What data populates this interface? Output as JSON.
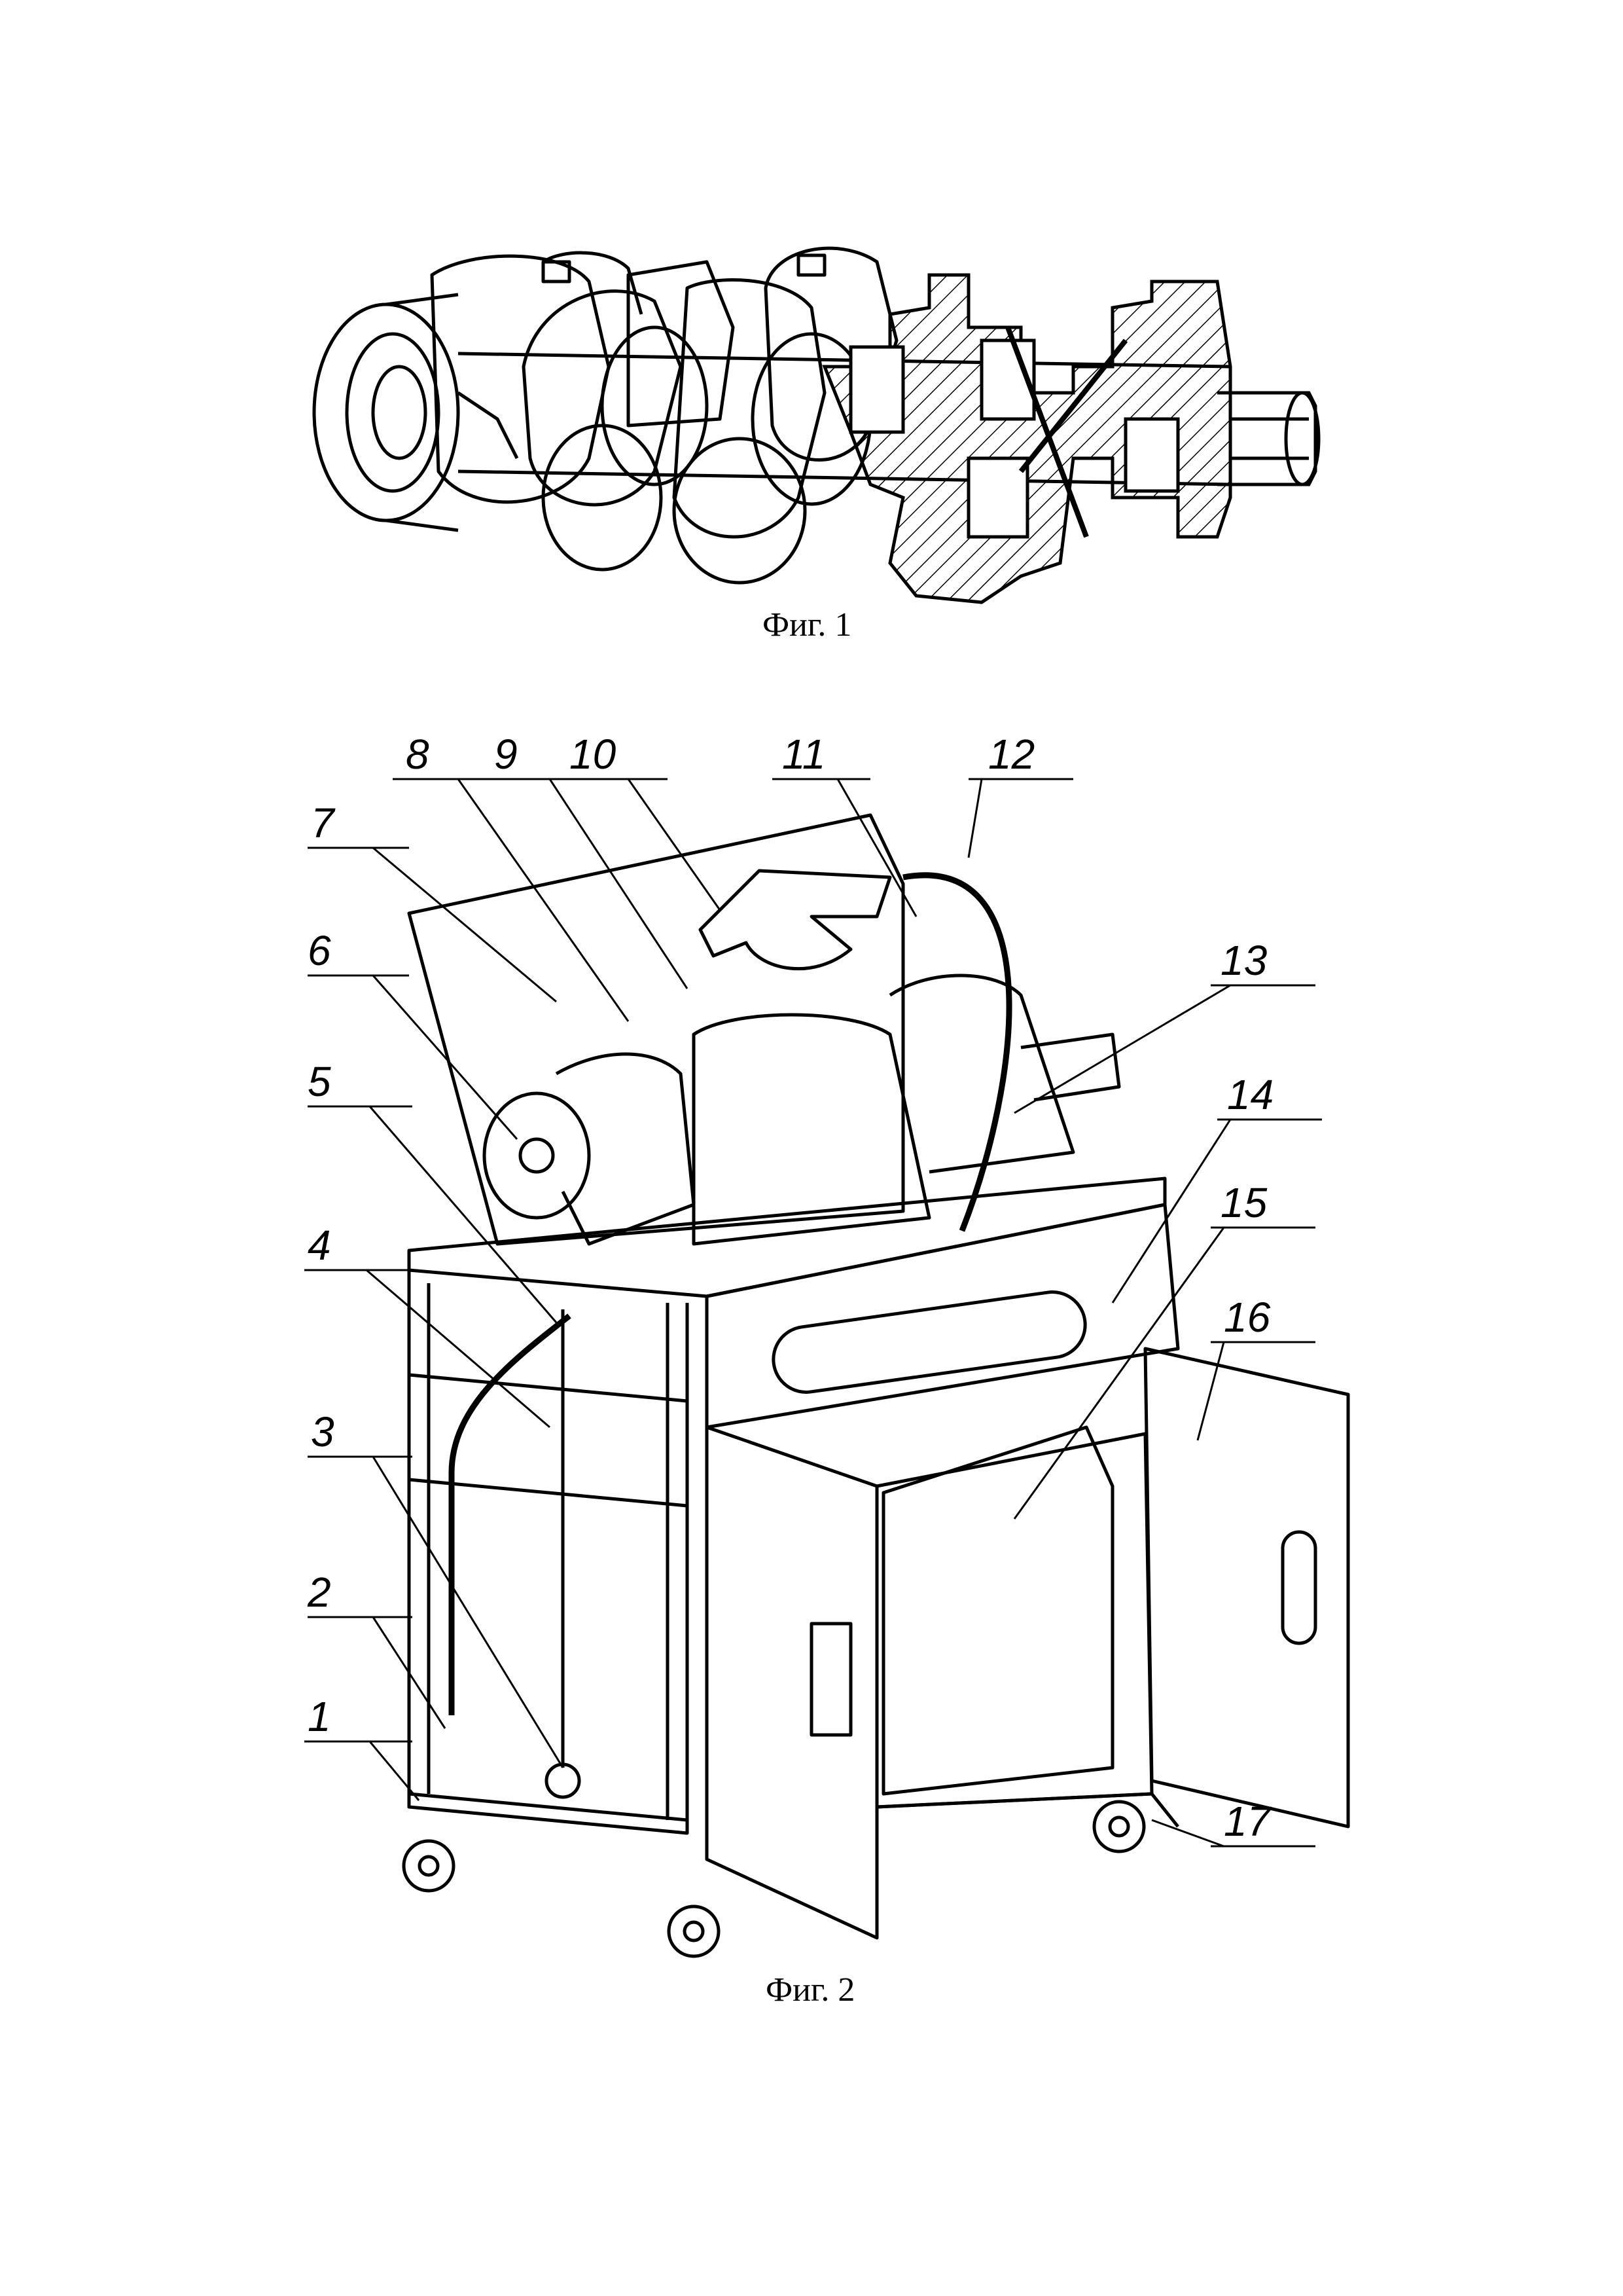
{
  "figure1": {
    "caption": "Фиг. 1"
  },
  "figure2": {
    "caption": "Фиг. 2",
    "callouts": [
      "1",
      "2",
      "3",
      "4",
      "5",
      "6",
      "7",
      "8",
      "9",
      "10",
      "11",
      "12",
      "13",
      "14",
      "15",
      "16",
      "17"
    ]
  },
  "colors": {
    "ink": "#000000",
    "paper": "#ffffff",
    "hatch": "#000000"
  }
}
